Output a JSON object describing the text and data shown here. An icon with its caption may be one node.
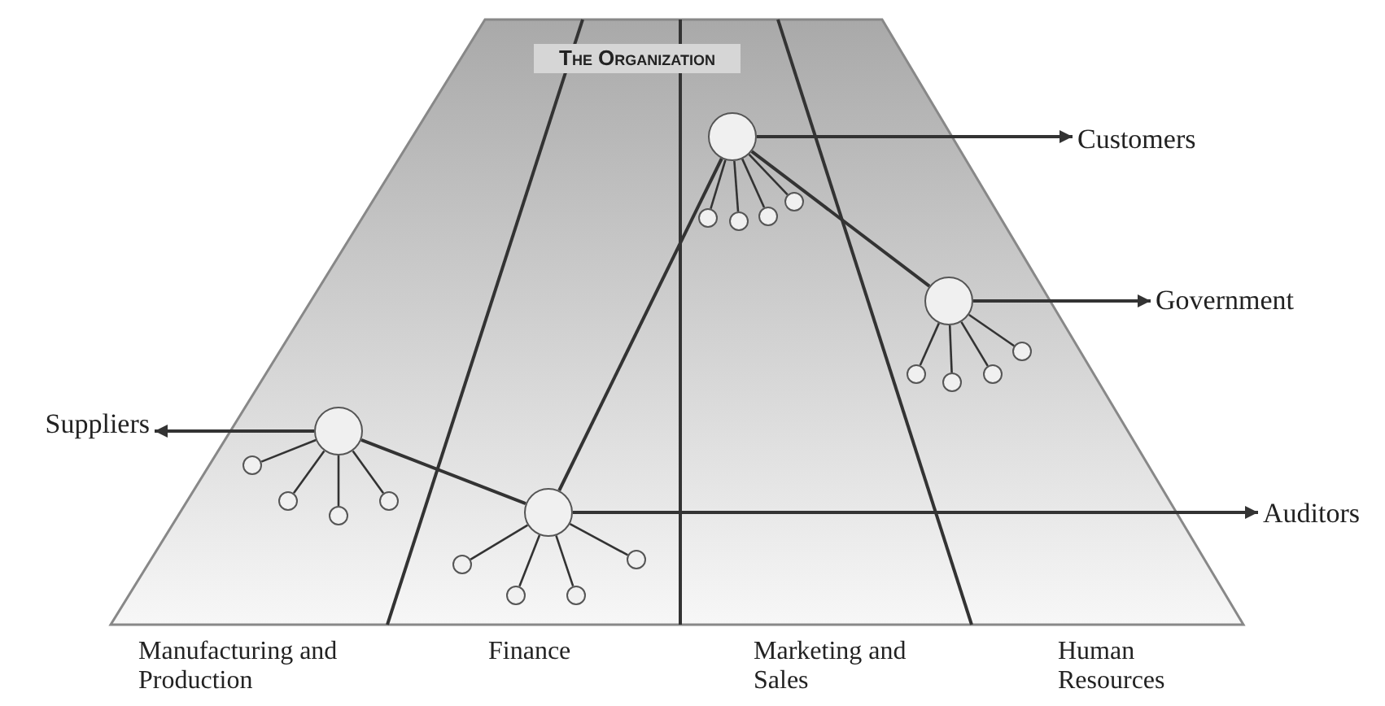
{
  "diagram": {
    "title": "The Organization",
    "nodes": [
      {
        "text": [
          "Customers"
        ]
      },
      {
        "text": [
          "Government"
        ]
      },
      {
        "text": [
          "Suppliers"
        ]
      },
      {
        "text": [
          "Auditors"
        ]
      },
      {
        "text": [],
        "shape": "circle"
      },
      {
        "text": [],
        "shape": "circle"
      },
      {
        "text": [],
        "shape": "circle"
      },
      {
        "text": [],
        "shape": "circle"
      },
      {
        "text": [],
        "shape": "circle"
      },
      {
        "text": [],
        "shape": "circle"
      },
      {
        "text": [],
        "shape": "circle"
      },
      {
        "text": [],
        "shape": "circle"
      },
      {
        "text": [],
        "shape": "circle"
      },
      {
        "text": [],
        "shape": "circle"
      },
      {
        "text": [],
        "shape": "circle"
      },
      {
        "text": [],
        "shape": "circle"
      },
      {
        "text": [],
        "shape": "circle"
      },
      {
        "text": [],
        "shape": "circle"
      },
      {
        "text": [],
        "shape": "circle"
      },
      {
        "text": [],
        "shape": "circle"
      },
      {
        "text": [],
        "shape": "circle"
      },
      {
        "text": [],
        "shape": "circle"
      },
      {
        "text": [],
        "shape": "circle"
      },
      {
        "text": [],
        "shape": "circle"
      }
    ],
    "edges": [
      {
        "from": 4,
        "to": 0,
        "arrow": "to"
      },
      {
        "from": 5,
        "to": 1,
        "arrow": "to"
      },
      {
        "from": 6,
        "to": 2,
        "arrow": "to"
      },
      {
        "from": 7,
        "to": 3,
        "arrow": "to"
      },
      {
        "from": 4,
        "to": 5,
        "arrow": "none"
      },
      {
        "from": 4,
        "to": 7,
        "arrow": "none"
      },
      {
        "from": 6,
        "to": 7,
        "arrow": "none"
      },
      {
        "from": 4,
        "to": 8,
        "arrow": "none"
      },
      {
        "from": 4,
        "to": 9,
        "arrow": "none"
      },
      {
        "from": 4,
        "to": 10,
        "arrow": "none"
      },
      {
        "from": 4,
        "to": 11,
        "arrow": "none"
      },
      {
        "from": 5,
        "to": 12,
        "arrow": "none"
      },
      {
        "from": 5,
        "to": 13,
        "arrow": "none"
      },
      {
        "from": 5,
        "to": 14,
        "arrow": "none"
      },
      {
        "from": 5,
        "to": 15,
        "arrow": "none"
      },
      {
        "from": 6,
        "to": 16,
        "arrow": "none"
      },
      {
        "from": 6,
        "to": 17,
        "arrow": "none"
      },
      {
        "from": 6,
        "to": 18,
        "arrow": "none"
      },
      {
        "from": 6,
        "to": 19,
        "arrow": "none"
      },
      {
        "from": 7,
        "to": 20,
        "arrow": "none"
      },
      {
        "from": 7,
        "to": 21,
        "arrow": "none"
      },
      {
        "from": 7,
        "to": 22,
        "arrow": "none"
      },
      {
        "from": 7,
        "to": 23,
        "arrow": "none"
      }
    ],
    "labels": [
      "Manufacturing and Production",
      "Finance",
      "Marketing and Sales",
      "Human Resources"
    ]
  }
}
